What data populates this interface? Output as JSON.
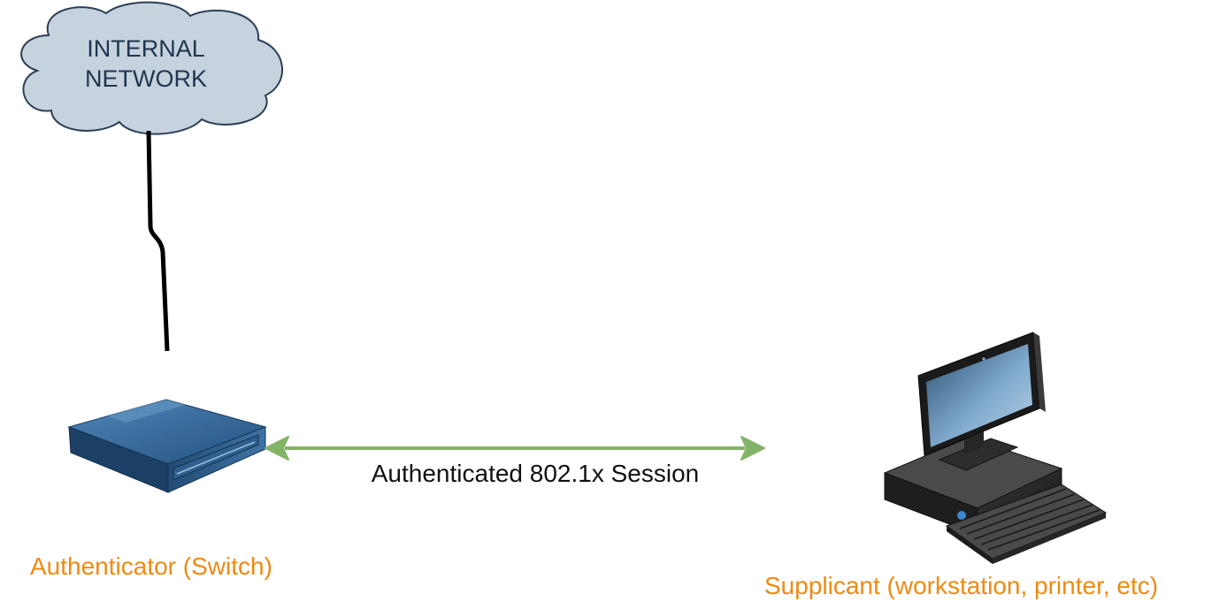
{
  "colors": {
    "label_orange": "#ee8a12",
    "arrow_green": "#82b366",
    "cloud_fill": "#c6d2de",
    "cloud_stroke": "#2c3f55"
  },
  "cloud": {
    "label": "INTERNAL\nNETWORK",
    "icon": "cloud-icon"
  },
  "connection": {
    "label": "Authenticated 802.1x Session"
  },
  "authenticator": {
    "label": "Authenticator (Switch)",
    "icon": "switch-icon"
  },
  "supplicant": {
    "label": "Supplicant (workstation, printer, etc)",
    "icon": "workstation-icon"
  }
}
